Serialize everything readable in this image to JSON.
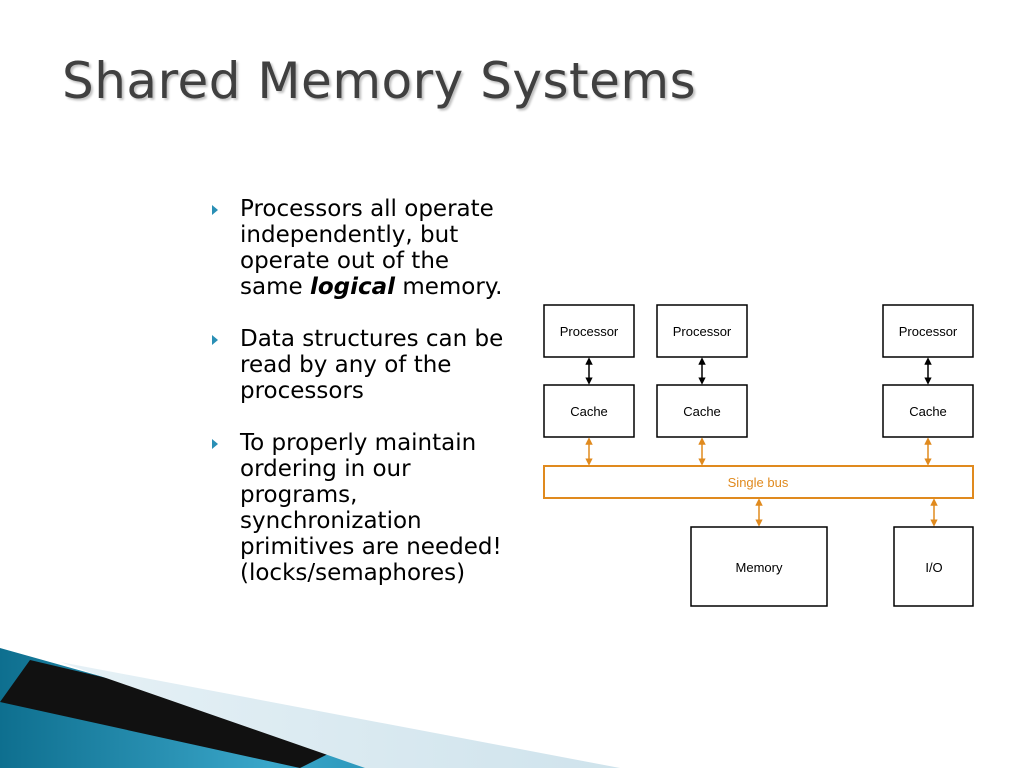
{
  "slide": {
    "title": "Shared Memory Systems",
    "bullets": [
      {
        "text": "Processors all operate independently, but operate out of the same ",
        "emphasis": "logical",
        "after": " memory."
      },
      {
        "text": "Data structures can be read by any of the processors",
        "emphasis": "",
        "after": ""
      },
      {
        "text": "To properly maintain ordering in our programs, synchronization primitives are needed! (locks/semaphores)",
        "emphasis": "",
        "after": ""
      }
    ]
  },
  "diagram": {
    "processors": [
      "Processor",
      "Processor",
      "Processor"
    ],
    "caches": [
      "Cache",
      "Cache",
      "Cache"
    ],
    "bus_label": "Single bus",
    "memory_label": "Memory",
    "io_label": "I/O",
    "colors": {
      "box_stroke": "#000000",
      "bus": "#e08a1e",
      "bus_text": "#e08a1e",
      "arrow_black": "#000000",
      "arrow_orange": "#e08a1e"
    }
  },
  "theme": {
    "accent": "#2a8fb5",
    "title_color": "#404040"
  }
}
